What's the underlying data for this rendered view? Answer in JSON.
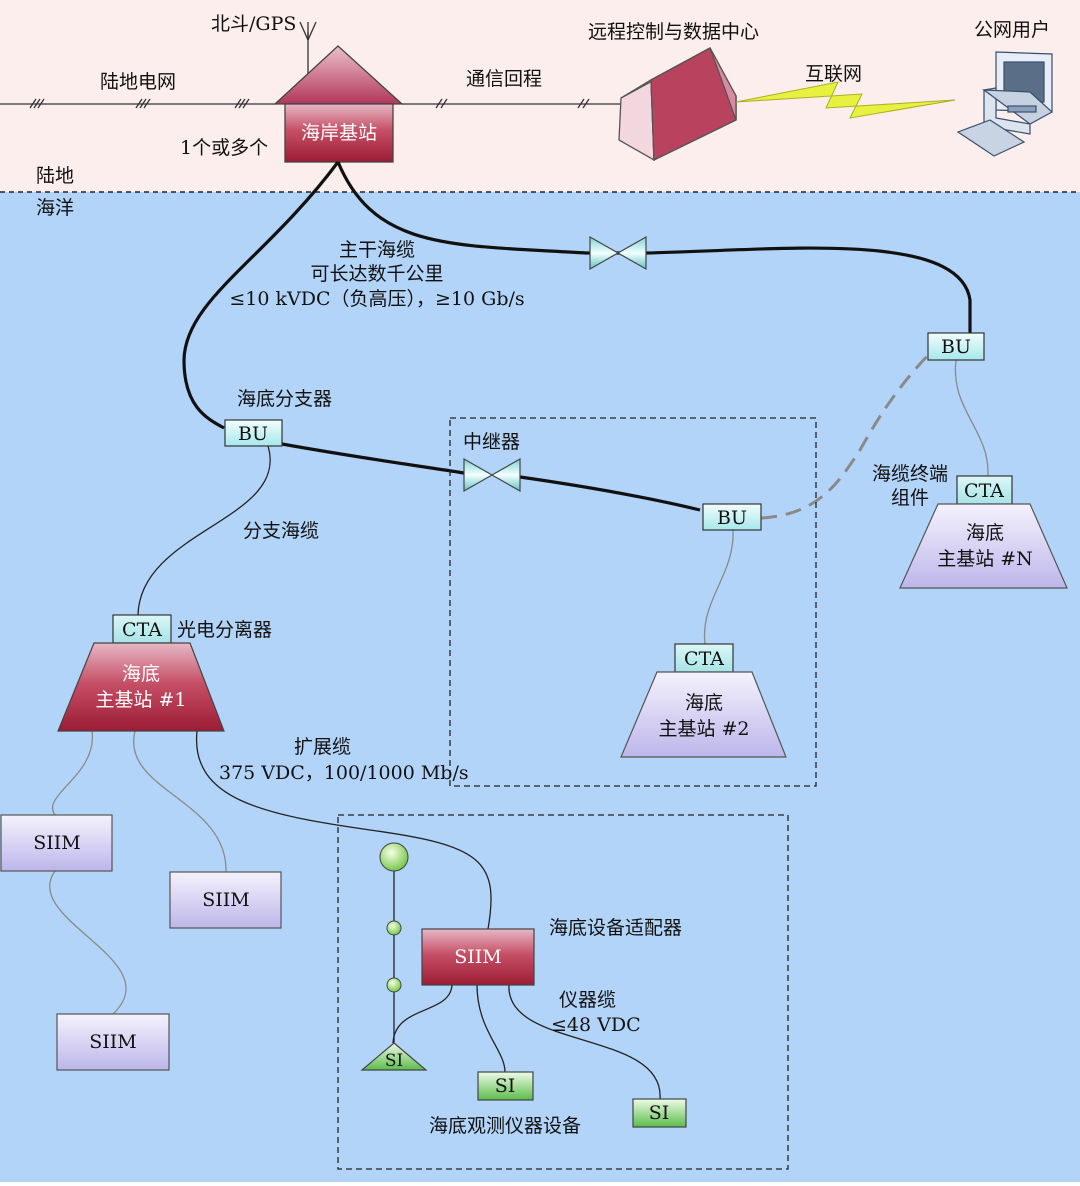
{
  "colors": {
    "land_bg": "#fbeeec",
    "ocean_bg": "#b2d4f8",
    "station_dark": "#a8203a",
    "station_light": "#dcd8f4",
    "bu_fill": "#cdf3f4",
    "si_fill": "#86d27a",
    "lightning": "#e8f040"
  },
  "land": {
    "beidou_gps": "北斗/GPS",
    "land_grid": "陆地电网",
    "shore_station": "海岸基站",
    "one_or_more": "1个或多个",
    "backhaul": "通信回程",
    "control_center": "远程控制与数据中心",
    "internet": "互联网",
    "public_users": "公网用户",
    "land_label": "陆地",
    "ocean_label": "海洋"
  },
  "trunk": {
    "line1": "主干海缆",
    "line2": "可长达数千公里",
    "line3": "≤10 kVDC（负高压），≥10 Gb/s"
  },
  "branching": {
    "branching_unit": "海底分支器",
    "bu_label": "BU",
    "repeater": "中继器",
    "branch_cable": "分支海缆",
    "cable_termination_line1": "海缆终端",
    "cable_termination_line2": "组件",
    "cta_label": "CTA",
    "optoelectric_splitter": "光电分离器"
  },
  "stations": {
    "s1_line1": "海底",
    "s1_line2": "主基站 #1",
    "s2_line1": "海底",
    "s2_line2": "主基站 #2",
    "sn_line1": "海底",
    "sn_line2": "主基站 #N"
  },
  "extension": {
    "label1": "扩展缆",
    "label2": "375 VDC，100/1000 Mb/s",
    "siim_label": "SIIM",
    "adapter": "海底设备适配器",
    "instrument_cable1": "仪器缆",
    "instrument_cable2": "≤48 VDC",
    "si_label": "SI",
    "instruments": "海底观测仪器设备"
  }
}
